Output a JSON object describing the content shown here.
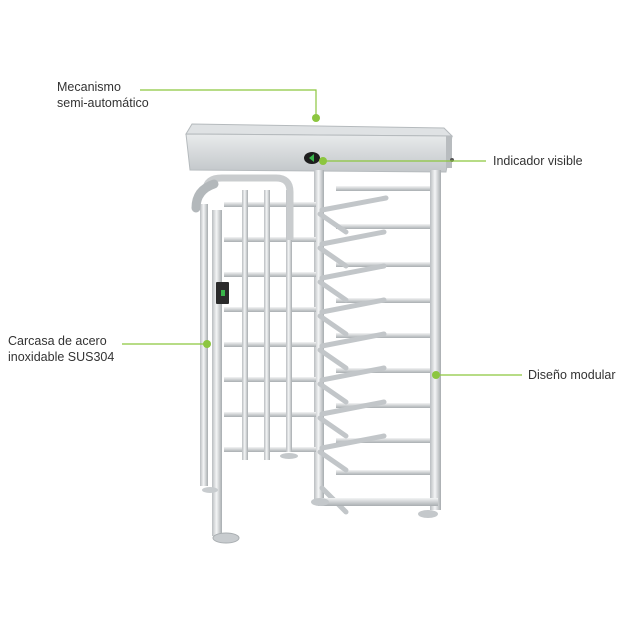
{
  "callouts": {
    "mecanismo": {
      "line1": "Mecanismo",
      "line2": "semi-automático"
    },
    "indicador": {
      "text": "Indicador visible"
    },
    "carcasa": {
      "line1": "Carcasa de acero",
      "line2": "inoxidable SUS304"
    },
    "diseno": {
      "text": "Diseño modular"
    }
  },
  "colors": {
    "accent": "#8cc63f",
    "text": "#333333",
    "steel": "#c9ccce",
    "steel_dark": "#9ea3a6",
    "steel_light": "#eceeef",
    "indicator_green": "#39b54a"
  },
  "icons": {
    "indicator": "arrow-icon",
    "reader": "card-reader-icon"
  }
}
